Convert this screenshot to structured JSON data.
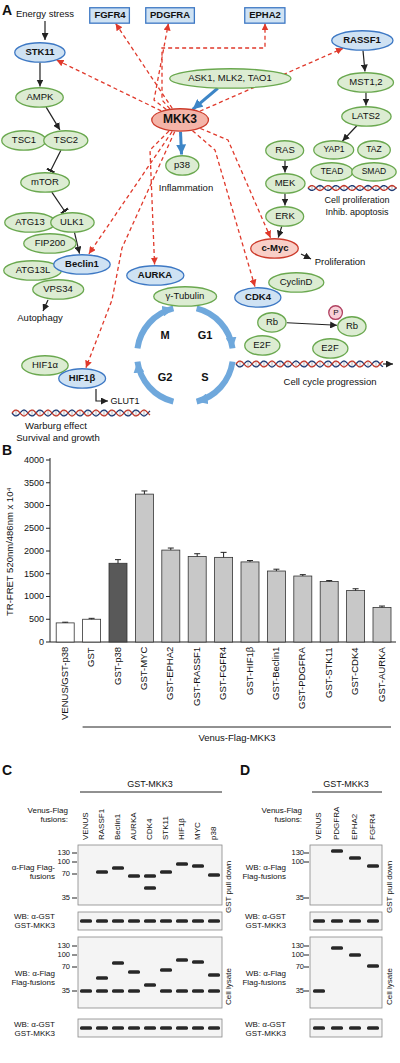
{
  "diagram": {
    "nodes": [
      {
        "text": [
          "STK11"
        ]
      },
      {
        "text": [
          "AMPK"
        ]
      },
      {
        "text": [
          "TSC1"
        ]
      },
      {
        "text": [
          "TSC2"
        ]
      },
      {
        "text": [
          "mTOR"
        ]
      },
      {
        "text": [
          "ATG13"
        ]
      },
      {
        "text": [
          "ULK1"
        ]
      },
      {
        "text": [
          "FIP200"
        ]
      },
      {
        "text": [
          "ATG13L"
        ]
      },
      {
        "text": [
          "Beclin1"
        ]
      },
      {
        "text": [
          "VPS34"
        ]
      },
      {
        "text": [
          "HIF1α"
        ]
      },
      {
        "text": [
          "HIF1β"
        ]
      },
      {
        "text": [
          "FGFR4"
        ]
      },
      {
        "text": [
          "PDGFRA"
        ]
      },
      {
        "text": [
          "EPHA2"
        ]
      },
      {
        "text": [
          "ASK1, MLK2, TAO1"
        ]
      },
      {
        "text": [
          "MKK3"
        ]
      },
      {
        "text": [
          "p38"
        ]
      },
      {
        "text": [
          "RASSF1"
        ]
      },
      {
        "text": [
          "MST1,2"
        ]
      },
      {
        "text": [
          "LATS2"
        ]
      },
      {
        "text": [
          "YAP1"
        ]
      },
      {
        "text": [
          "TAZ"
        ]
      },
      {
        "text": [
          "TEAD"
        ]
      },
      {
        "text": [
          "SMAD"
        ]
      },
      {
        "text": [
          "RAS"
        ]
      },
      {
        "text": [
          "MEK"
        ]
      },
      {
        "text": [
          "ERK"
        ]
      },
      {
        "text": [
          "c-Myc"
        ]
      },
      {
        "text": [
          "AURKA"
        ]
      },
      {
        "text": [
          "γ-Tubulin"
        ]
      },
      {
        "text": [
          "CyclinD"
        ]
      },
      {
        "text": [
          "CDK4"
        ]
      },
      {
        "text": [
          "Rb"
        ]
      },
      {
        "text": [
          "E2F"
        ]
      },
      {
        "text": [
          "P"
        ]
      },
      {
        "text": [
          "Rb"
        ]
      },
      {
        "text": [
          "E2F"
        ]
      }
    ],
    "edges": [
      {
        "from": 16,
        "to": 17,
        "arrow": "to"
      },
      {
        "from": 17,
        "to": 18,
        "arrow": "to"
      },
      {
        "from": 17,
        "to": 13,
        "arrow": "to"
      },
      {
        "from": 17,
        "to": 14,
        "arrow": "to"
      },
      {
        "from": 17,
        "to": 15,
        "arrow": "to"
      },
      {
        "from": 17,
        "to": 19,
        "arrow": "to"
      },
      {
        "from": 17,
        "to": 0,
        "arrow": "to"
      },
      {
        "from": 17,
        "to": 9,
        "arrow": "to"
      },
      {
        "from": 17,
        "to": 12,
        "arrow": "to"
      },
      {
        "from": 17,
        "to": 30,
        "arrow": "to"
      },
      {
        "from": 17,
        "to": 33,
        "arrow": "to"
      },
      {
        "from": 17,
        "to": 29,
        "arrow": "to"
      },
      {
        "from": 0,
        "to": 1,
        "arrow": "to"
      },
      {
        "from": 1,
        "to": 3,
        "arrow": "to"
      },
      {
        "from": 3,
        "to": 4,
        "arrow": "to"
      },
      {
        "from": 4,
        "to": 6,
        "arrow": "to"
      },
      {
        "from": 6,
        "to": 9,
        "arrow": "to"
      },
      {
        "from": 19,
        "to": 20,
        "arrow": "to"
      },
      {
        "from": 20,
        "to": 21,
        "arrow": "to"
      },
      {
        "from": 21,
        "to": 22,
        "arrow": "to"
      },
      {
        "from": 26,
        "to": 27,
        "arrow": "to"
      },
      {
        "from": 27,
        "to": 28,
        "arrow": "to"
      },
      {
        "from": 28,
        "to": 29,
        "arrow": "to"
      },
      {
        "from": 34,
        "to": 37,
        "arrow": "to"
      }
    ],
    "labels": [
      "A",
      "Energy stress",
      "Autophagy",
      "GLUT1",
      "Warburg effect",
      "Survival and growth",
      "Inflammation",
      "Proliferation",
      "Cell proliferation",
      "Inhib. apoptosis",
      "M",
      "G1",
      "G2",
      "S",
      "Cell cycle progression",
      "B",
      "TR-FRET 520nm/486nm x 10⁴",
      "4000",
      "3500",
      "3000",
      "2500",
      "2000",
      "1500",
      "1000",
      "500",
      "0",
      "VENUS/GST-p38",
      "GST",
      "GST-p38",
      "GST-MYC",
      "GST-EPHA2",
      "GST-RASSF1",
      "GST-FGFR4",
      "GST-HIF1β",
      "GST-Beclin1",
      "GST-PDGFRA",
      "GST-STK11",
      "GST-CDK4",
      "GST-AURKA",
      "Venus-Flag-MKK3",
      "C",
      "GST-MKK3",
      "Venus-Flag fusions:",
      "VENUS",
      "RASSF1",
      "Beclin1",
      "AURKA",
      "CDK4",
      "STK11",
      "HIF1β",
      "MYC",
      "p38",
      "130",
      "100",
      "70",
      "35",
      "α-Flag Flag-fusions",
      "WB: α-GST GST-MKK3",
      "GST pull down",
      "130",
      "100",
      "70",
      "35",
      "WB: α-Flag Flag-fusions",
      "WB: α-GST GST-MKK3",
      "Cell lysate",
      "D",
      "GST-MKK3",
      "Venus-Flag fusions:",
      "VENUS",
      "PDGFRA",
      "EPHA2",
      "FGFR4",
      "130",
      "100",
      "35",
      "WB: α-Flag Flag-fusions",
      "WB: α-GST GST-MKK3",
      "GST pull down",
      "130",
      "100",
      "70",
      "35",
      "WB: α-Flag Flag-fusions",
      "WB: α-GST GST-MKK3",
      "Cell lysate"
    ]
  }
}
